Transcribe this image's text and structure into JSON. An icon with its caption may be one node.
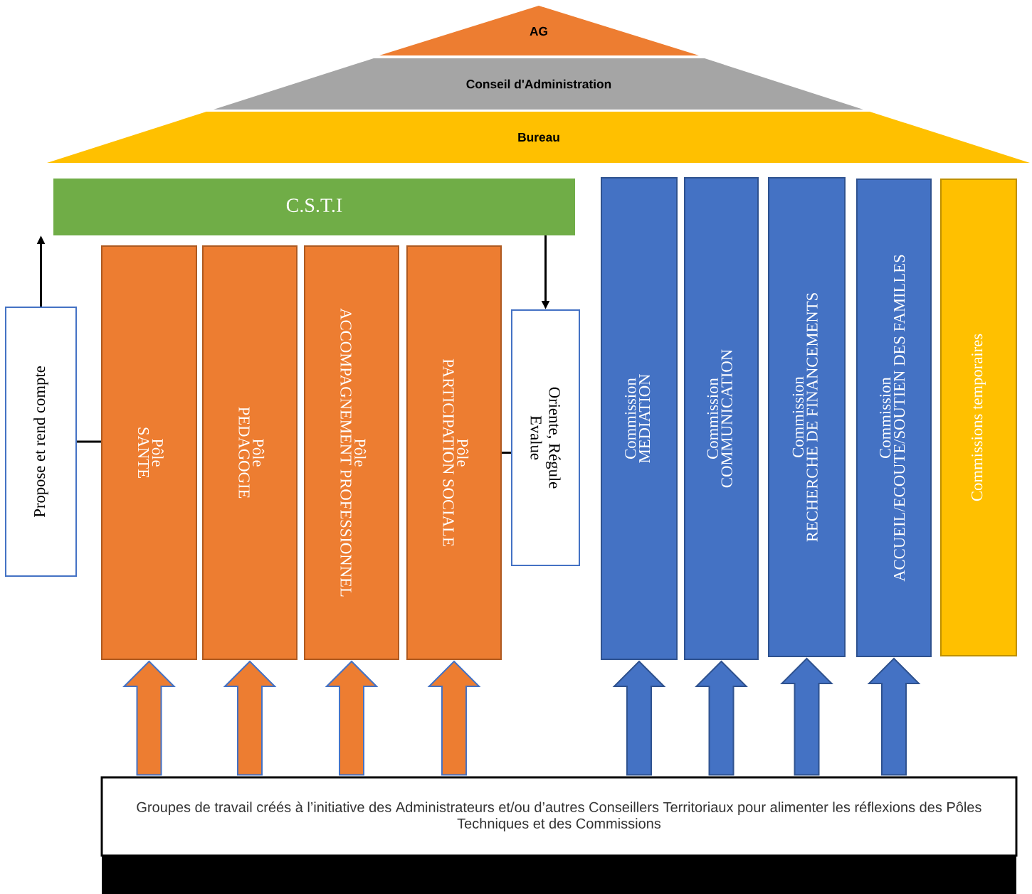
{
  "diagram": {
    "nodes": [
      {
        "text": [
          "AG"
        ]
      },
      {
        "text": [
          "Conseil d'Administration"
        ]
      },
      {
        "text": [
          "Bureau"
        ]
      },
      {
        "text": [
          "C.S.T.I"
        ]
      },
      {
        "text": [
          "Propose et rend compte"
        ]
      },
      {
        "text": [
          "Pôle",
          "SANTE"
        ]
      },
      {
        "text": [
          "Pôle",
          "PEDAGOGIE"
        ]
      },
      {
        "text": [
          "Pôle",
          "ACCOMPAGNEMENT PROFESSIONNEL"
        ]
      },
      {
        "text": [
          "Pôle",
          "PARTICIPATION SOCIALE"
        ]
      },
      {
        "text": [
          "Oriente, Régule Evalue"
        ]
      },
      {
        "text": [
          "Commission",
          "MEDIATION"
        ]
      },
      {
        "text": [
          "Commission",
          "COMMUNICATION"
        ]
      },
      {
        "text": [
          "Commission",
          "RECHERCHE DE FINANCEMENTS"
        ]
      },
      {
        "text": [
          "Commission",
          "ACCUEIL/ECOUTE/SOUTIEN DES FAMILLES"
        ]
      },
      {
        "text": [
          "Commissions temporaires"
        ]
      },
      {
        "text": [
          "Groupes de travail créés à l’initiative des Administrateurs et/ou d’autres Conseillers Territoriaux pour alimenter les réflexions des Pôles Techniques et des Commissions"
        ]
      }
    ],
    "edges": [
      {
        "from": 4,
        "to": 3,
        "arrow": "to"
      },
      {
        "from": 3,
        "to": 9,
        "arrow": "to"
      },
      {
        "from": 4,
        "to": 5,
        "arrow": "none"
      },
      {
        "from": 8,
        "to": 9,
        "arrow": "none"
      },
      {
        "from": 15,
        "to": 5,
        "arrow": "to",
        "style": "thick",
        "color": "#ed7d31"
      },
      {
        "from": 15,
        "to": 6,
        "arrow": "to",
        "style": "thick",
        "color": "#ed7d31"
      },
      {
        "from": 15,
        "to": 7,
        "arrow": "to",
        "style": "thick",
        "color": "#ed7d31"
      },
      {
        "from": 15,
        "to": 8,
        "arrow": "to",
        "style": "thick",
        "color": "#ed7d31"
      },
      {
        "from": 15,
        "to": 10,
        "arrow": "to",
        "style": "thick",
        "color": "#4472c4"
      },
      {
        "from": 15,
        "to": 11,
        "arrow": "to",
        "style": "thick",
        "color": "#4472c4"
      },
      {
        "from": 15,
        "to": 12,
        "arrow": "to",
        "style": "thick",
        "color": "#4472c4"
      },
      {
        "from": 15,
        "to": 13,
        "arrow": "to",
        "style": "thick",
        "color": "#4472c4"
      }
    ]
  }
}
